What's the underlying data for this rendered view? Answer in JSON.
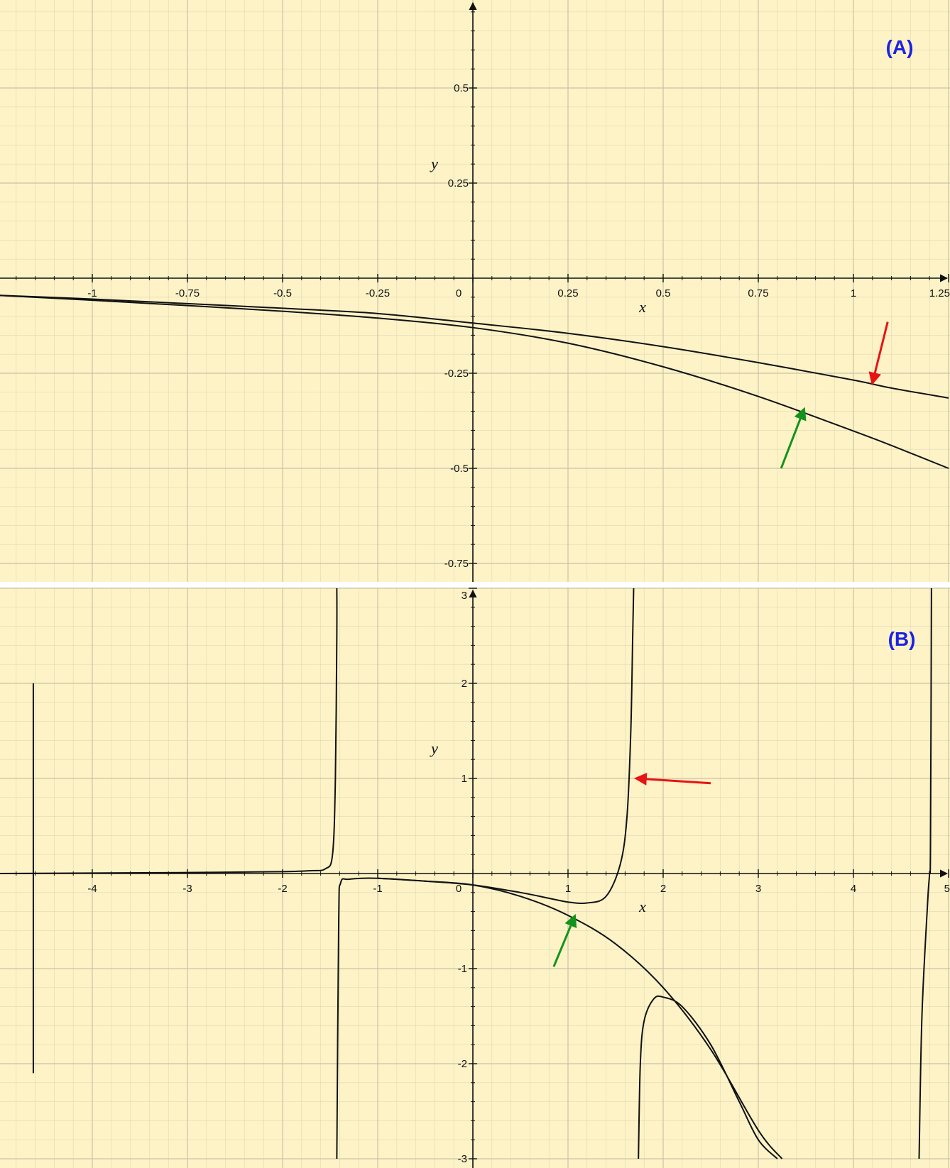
{
  "colors": {
    "background": "#fdf3c7",
    "grid": "#c9c3a6",
    "axis": "#111111",
    "curve": "#111111",
    "panel_label": "#1a22e6",
    "arrow_red": "#e81313",
    "arrow_green": "#13931c"
  },
  "chart_data": [
    {
      "type": "line",
      "panel_label": "(A)",
      "xlabel": "x",
      "ylabel": "y",
      "xlim": [
        -1.25,
        1.25
      ],
      "ylim": [
        -0.8,
        0.72
      ],
      "grid": true,
      "x_ticks": [
        {
          "value": -1,
          "label": "-1"
        },
        {
          "value": -0.75,
          "label": "-0.75"
        },
        {
          "value": -0.5,
          "label": "-0.5"
        },
        {
          "value": -0.25,
          "label": "-0.25"
        },
        {
          "value": 0,
          "label": "0"
        },
        {
          "value": 0.25,
          "label": "0.25"
        },
        {
          "value": 0.5,
          "label": "0.5"
        },
        {
          "value": 0.75,
          "label": "0.75"
        },
        {
          "value": 1,
          "label": "1"
        },
        {
          "value": 1.25,
          "label": "1.25"
        }
      ],
      "y_ticks": [
        {
          "value": 0.5,
          "label": "0.5"
        },
        {
          "value": 0.25,
          "label": "0.25"
        },
        {
          "value": -0.25,
          "label": "-0.25"
        },
        {
          "value": -0.5,
          "label": "-0.5"
        },
        {
          "value": -0.75,
          "label": "-0.75"
        }
      ],
      "series": [
        {
          "x": [
            -1.25,
            -1.0,
            -0.75,
            -0.5,
            -0.25,
            0.0,
            0.25,
            0.5,
            0.75,
            1.0,
            1.1,
            1.25
          ],
          "y": [
            -0.045,
            -0.055,
            -0.067,
            -0.079,
            -0.093,
            -0.118,
            -0.145,
            -0.18,
            -0.222,
            -0.268,
            -0.289,
            -0.315
          ],
          "arrow": "red"
        },
        {
          "x": [
            -1.25,
            -1.0,
            -0.75,
            -0.5,
            -0.25,
            0.0,
            0.25,
            0.5,
            0.75,
            1.0,
            1.1,
            1.25
          ],
          "y": [
            -0.045,
            -0.058,
            -0.072,
            -0.087,
            -0.105,
            -0.13,
            -0.171,
            -0.233,
            -0.311,
            -0.402,
            -0.44,
            -0.5
          ],
          "arrow": "green"
        }
      ],
      "annotations": [
        {
          "type": "arrow",
          "color": "red",
          "from": [
            1.09,
            -0.115
          ],
          "to": [
            1.05,
            -0.275
          ]
        },
        {
          "type": "arrow",
          "color": "green",
          "from": [
            0.81,
            -0.5
          ],
          "to": [
            0.87,
            -0.345
          ]
        }
      ]
    },
    {
      "type": "line",
      "panel_label": "(B)",
      "xlabel": "x",
      "ylabel": "y",
      "xlim": [
        -5,
        5
      ],
      "ylim": [
        -3,
        3
      ],
      "grid": true,
      "x_ticks": [
        {
          "value": -4,
          "label": "-4"
        },
        {
          "value": -3,
          "label": "-3"
        },
        {
          "value": -2,
          "label": "-2"
        },
        {
          "value": -1,
          "label": "-1"
        },
        {
          "value": 0,
          "label": "0"
        },
        {
          "value": 1,
          "label": "1"
        },
        {
          "value": 2,
          "label": "2"
        },
        {
          "value": 3,
          "label": "3"
        },
        {
          "value": 4,
          "label": "4"
        },
        {
          "value": 5,
          "label": "5"
        }
      ],
      "y_ticks": [
        {
          "value": 3,
          "label": "3"
        },
        {
          "value": 2,
          "label": "2"
        },
        {
          "value": 1,
          "label": "1"
        },
        {
          "value": -1,
          "label": "-1"
        },
        {
          "value": -2,
          "label": "-2"
        },
        {
          "value": -3,
          "label": "-3"
        }
      ],
      "series": [
        {
          "x": [
            -4.62,
            -4.62
          ],
          "y": [
            2.0,
            -2.1
          ]
        },
        {
          "x": [
            -5.0,
            -4.0,
            -3.0,
            -2.0,
            -1.7,
            -1.55,
            -1.475,
            -1.445,
            -1.43,
            -1.43
          ],
          "y": [
            0.0,
            0.005,
            0.01,
            0.02,
            0.03,
            0.05,
            0.2,
            1.0,
            2.5,
            3.0
          ]
        },
        {
          "x": [
            -1.43,
            -1.41,
            -1.39,
            -1.3,
            -1.0,
            -0.5,
            0.0,
            0.5,
            0.8,
            1.0,
            1.2,
            1.4,
            1.55,
            1.62,
            1.66,
            1.68,
            1.69
          ],
          "y": [
            -3.0,
            -0.5,
            -0.1,
            -0.06,
            -0.05,
            -0.08,
            -0.12,
            -0.2,
            -0.26,
            -0.3,
            -0.31,
            -0.24,
            0.1,
            0.6,
            1.5,
            2.5,
            3.0
          ],
          "arrow": "red"
        },
        {
          "x": [
            1.74,
            1.76,
            1.8,
            1.9,
            2.0,
            2.2,
            2.5,
            2.8,
            3.0,
            3.2
          ],
          "y": [
            -3.0,
            -2.0,
            -1.55,
            -1.32,
            -1.3,
            -1.4,
            -1.8,
            -2.4,
            -2.8,
            -3.0
          ]
        },
        {
          "x": [
            -1.0,
            -0.5,
            0.0,
            0.5,
            1.0,
            1.5,
            2.0,
            2.5,
            3.0,
            3.25
          ],
          "y": [
            -0.05,
            -0.08,
            -0.12,
            -0.24,
            -0.44,
            -0.74,
            -1.2,
            -1.85,
            -2.7,
            -3.0
          ],
          "arrow": "green"
        },
        {
          "x": [
            4.69,
            4.72,
            4.78,
            4.8,
            4.81,
            4.82
          ],
          "y": [
            -3.0,
            -1.5,
            -0.3,
            0.0,
            0.3,
            3.0
          ]
        }
      ],
      "annotations": [
        {
          "type": "arrow",
          "color": "red",
          "from": [
            2.5,
            0.95
          ],
          "to": [
            1.72,
            1.0
          ]
        },
        {
          "type": "arrow",
          "color": "green",
          "from": [
            0.85,
            -0.98
          ],
          "to": [
            1.07,
            -0.45
          ]
        }
      ]
    }
  ]
}
